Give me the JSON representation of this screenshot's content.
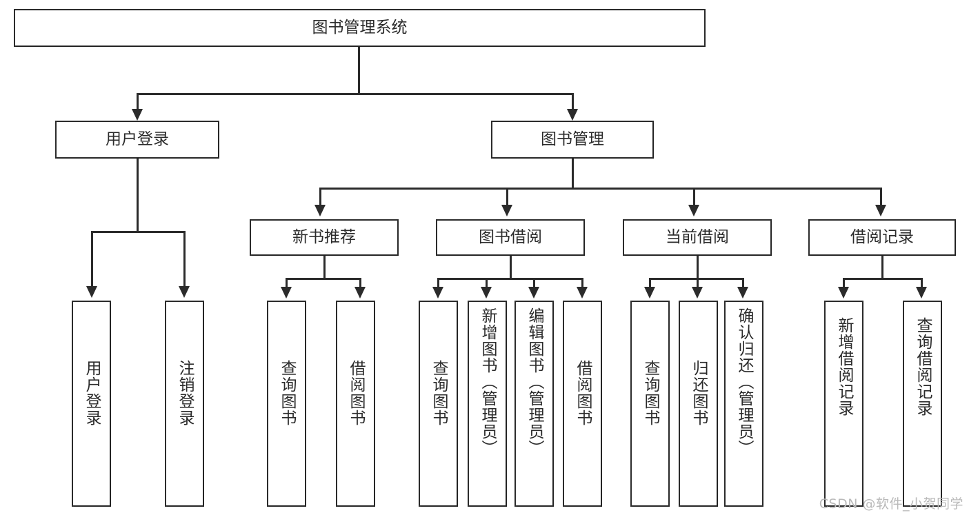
{
  "diagram": {
    "title": "图书管理系统",
    "type": "tree",
    "watermark": "CSDN @软件_小贺同学",
    "colors": {
      "stroke": "#2b2b2b",
      "fill": "#ffffff",
      "watermark": "#b9b9b9"
    },
    "root": {
      "label": "图书管理系统"
    },
    "level2": [
      {
        "label": "用户登录"
      },
      {
        "label": "图书管理"
      }
    ],
    "level3": [
      {
        "label": "新书推荐"
      },
      {
        "label": "图书借阅"
      },
      {
        "label": "当前借阅"
      },
      {
        "label": "借阅记录"
      }
    ],
    "leaves": {
      "user_login": [
        {
          "label": "用户登录"
        },
        {
          "label": "注销登录"
        }
      ],
      "new_book_recommend": [
        {
          "label": "查询图书"
        },
        {
          "label": "借阅图书"
        }
      ],
      "book_borrow": [
        {
          "label": "查询图书"
        },
        {
          "label": "新增图书（管理员）"
        },
        {
          "label": "编辑图书（管理员）"
        },
        {
          "label": "借阅图书"
        }
      ],
      "current_borrow": [
        {
          "label": "查询图书"
        },
        {
          "label": "归还图书"
        },
        {
          "label": "确认归还（管理员）"
        }
      ],
      "borrow_record": [
        {
          "label": "新增借阅记录"
        },
        {
          "label": "查询借阅记录"
        }
      ]
    }
  }
}
